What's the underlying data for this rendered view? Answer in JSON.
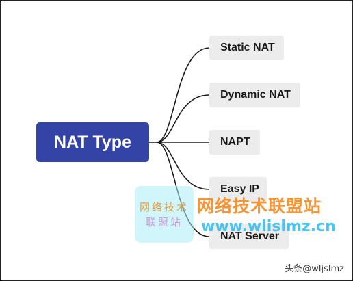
{
  "root": {
    "label": "NAT Type"
  },
  "children": [
    {
      "label": "Static NAT"
    },
    {
      "label": "Dynamic NAT"
    },
    {
      "label": "NAPT"
    },
    {
      "label": "Easy IP"
    },
    {
      "label": "NAT Server"
    }
  ],
  "watermark": {
    "badge_line1": "网络技术",
    "badge_line2": "联盟站",
    "title": "网络技术联盟站",
    "url": "www.wlislmz.cn"
  },
  "credit": "头条@wljslmz",
  "colors": {
    "root_bg": "#3344a6",
    "node_bg": "#ececec",
    "line": "#1a1a1a",
    "watermark_orange": "#f68a1e",
    "watermark_blue": "#36bef0"
  }
}
